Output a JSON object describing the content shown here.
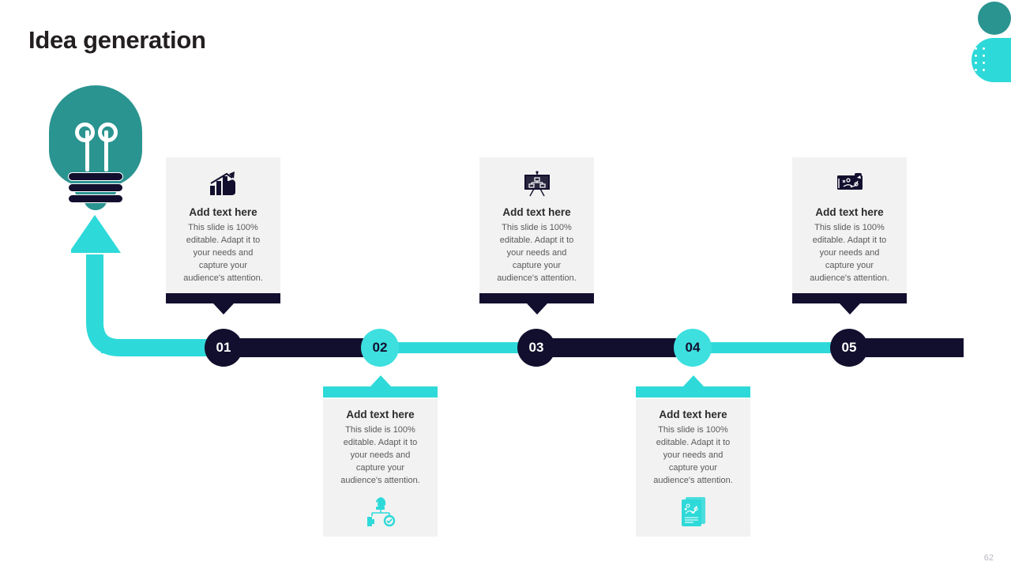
{
  "slide": {
    "title": "Idea generation",
    "page_number": "62",
    "colors": {
      "teal": "#2a9490",
      "cyan": "#2ed9d9",
      "navy": "#120f2e",
      "card_bg": "#f2f2f2",
      "title_text": "#231f20"
    }
  },
  "decoration": {
    "circle": "decorative-circle",
    "quarter": "decorative-quarter-circle",
    "dots": "decorative-dots"
  },
  "bulb": {
    "label": "light-bulb-illustration"
  },
  "arrow": {
    "label": "curved-up-arrow"
  },
  "timeline": {
    "nodes": [
      {
        "number": "01",
        "style": "dark"
      },
      {
        "number": "02",
        "style": "cyan"
      },
      {
        "number": "03",
        "style": "dark"
      },
      {
        "number": "04",
        "style": "cyan"
      },
      {
        "number": "05",
        "style": "dark"
      }
    ]
  },
  "cards": [
    {
      "position": "top",
      "icon": "bar-chart-thumbs-up-icon",
      "heading": "Add text here",
      "body": "This  slide is 100%\neditable. Adapt it to\nyour needs and\ncapture  your\naudience's  attention."
    },
    {
      "position": "bottom",
      "icon": "chess-knight-strategy-icon",
      "heading": "Add text here",
      "body": "This  slide is 100%\neditable. Adapt it to\nyour needs and\ncapture  your\naudience's  attention."
    },
    {
      "position": "top",
      "icon": "presentation-board-icon",
      "heading": "Add text here",
      "body": "This  slide is 100%\neditable. Adapt it to\nyour needs and\ncapture  your\naudience's  attention."
    },
    {
      "position": "bottom",
      "icon": "strategy-document-icon",
      "heading": "Add text here",
      "body": "This  slide is 100%\neditable. Adapt it to\nyour needs and\ncapture  your\naudience's  attention."
    },
    {
      "position": "top",
      "icon": "playbook-board-icon",
      "heading": "Add text here",
      "body": "This  slide is 100%\neditable. Adapt it to\nyour needs and\ncapture  your\naudience's  attention."
    }
  ]
}
